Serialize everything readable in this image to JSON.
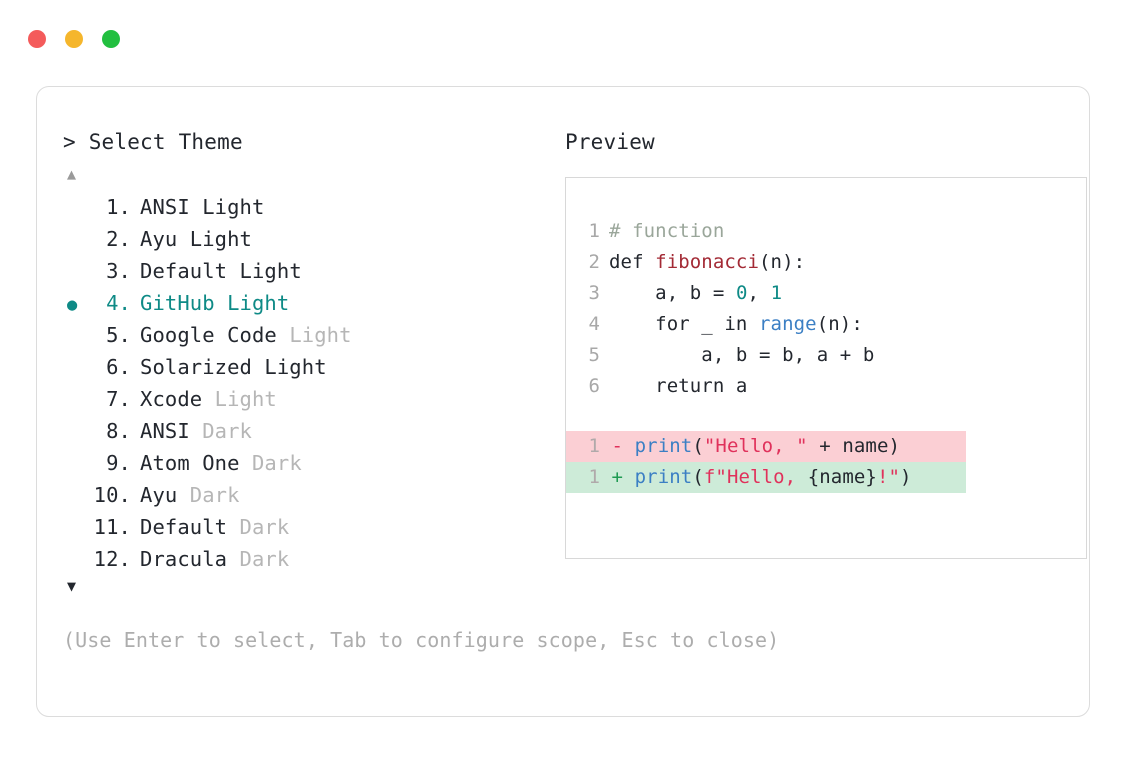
{
  "window": {
    "traffic_lights": [
      {
        "name": "close",
        "color": "#f45b5b"
      },
      {
        "name": "minimize",
        "color": "#f5b62c"
      },
      {
        "name": "maximize",
        "color": "#22bf3f"
      }
    ]
  },
  "panel": {
    "prompt_symbol": ">",
    "title": "Select Theme",
    "preview_title": "Preview",
    "scroll_up_glyph": "▲",
    "scroll_down_glyph": "▼",
    "selected_index": 4,
    "selected_bullet": "●",
    "accent_color": "#0e8a86",
    "hint": "(Use Enter to select, Tab to configure scope, Esc to close)"
  },
  "themes": [
    {
      "num": "1.",
      "name": "ANSI",
      "suffix": "Light",
      "suffix_muted": false,
      "selected": false
    },
    {
      "num": "2.",
      "name": "Ayu",
      "suffix": "Light",
      "suffix_muted": false,
      "selected": false
    },
    {
      "num": "3.",
      "name": "Default",
      "suffix": "Light",
      "suffix_muted": false,
      "selected": false
    },
    {
      "num": "4.",
      "name": "GitHub",
      "suffix": "Light",
      "suffix_muted": false,
      "selected": true
    },
    {
      "num": "5.",
      "name": "Google Code",
      "suffix": "Light",
      "suffix_muted": true,
      "selected": false
    },
    {
      "num": "6.",
      "name": "Solarized",
      "suffix": "Light",
      "suffix_muted": false,
      "selected": false
    },
    {
      "num": "7.",
      "name": "Xcode",
      "suffix": "Light",
      "suffix_muted": true,
      "selected": false
    },
    {
      "num": "8.",
      "name": "ANSI",
      "suffix": "Dark",
      "suffix_muted": true,
      "selected": false
    },
    {
      "num": "9.",
      "name": "Atom One",
      "suffix": "Dark",
      "suffix_muted": true,
      "selected": false
    },
    {
      "num": "10.",
      "name": "Ayu",
      "suffix": "Dark",
      "suffix_muted": true,
      "selected": false
    },
    {
      "num": "11.",
      "name": "Default",
      "suffix": "Dark",
      "suffix_muted": true,
      "selected": false
    },
    {
      "num": "12.",
      "name": "Dracula",
      "suffix": "Dark",
      "suffix_muted": true,
      "selected": false
    }
  ],
  "code": {
    "lines": [
      {
        "no": "1",
        "tokens": [
          {
            "t": "# function",
            "c": "cmt"
          }
        ]
      },
      {
        "no": "2",
        "tokens": [
          {
            "t": "def ",
            "c": "kw"
          },
          {
            "t": "fibonacci",
            "c": "fn"
          },
          {
            "t": "(n):",
            "c": "kw"
          }
        ]
      },
      {
        "no": "3",
        "tokens": [
          {
            "t": "    a, b = ",
            "c": "kw"
          },
          {
            "t": "0",
            "c": "num-lit"
          },
          {
            "t": ", ",
            "c": "kw"
          },
          {
            "t": "1",
            "c": "num-lit"
          }
        ]
      },
      {
        "no": "4",
        "tokens": [
          {
            "t": "    for _ in ",
            "c": "kw"
          },
          {
            "t": "range",
            "c": "builtin"
          },
          {
            "t": "(n):",
            "c": "kw"
          }
        ]
      },
      {
        "no": "5",
        "tokens": [
          {
            "t": "        a, b = b, a + b",
            "c": "kw"
          }
        ]
      },
      {
        "no": "6",
        "tokens": [
          {
            "t": "    return a",
            "c": "kw"
          }
        ]
      }
    ],
    "diff": [
      {
        "no": "1",
        "sign": "-",
        "kind": "del",
        "tokens": [
          {
            "t": "print",
            "c": "pfn"
          },
          {
            "t": "(",
            "c": "plain"
          },
          {
            "t": "\"Hello, \"",
            "c": "str"
          },
          {
            "t": " + name)",
            "c": "plain"
          }
        ]
      },
      {
        "no": "1",
        "sign": "+",
        "kind": "add",
        "tokens": [
          {
            "t": "print",
            "c": "pfn"
          },
          {
            "t": "(",
            "c": "plain"
          },
          {
            "t": "f\"Hello, ",
            "c": "str"
          },
          {
            "t": "{name}",
            "c": "plain"
          },
          {
            "t": "!\"",
            "c": "str"
          },
          {
            "t": ")",
            "c": "plain"
          }
        ]
      }
    ]
  }
}
